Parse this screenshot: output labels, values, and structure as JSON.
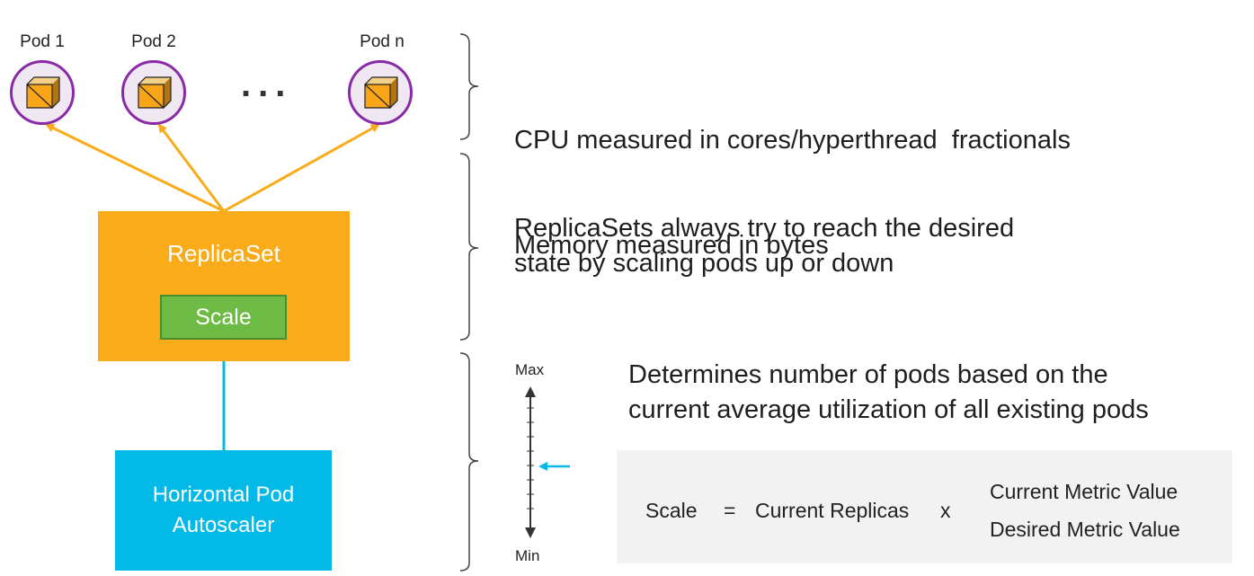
{
  "pods": [
    {
      "label": "Pod 1"
    },
    {
      "label": "Pod 2"
    },
    {
      "label": "Pod n"
    }
  ],
  "ellipsis": "...",
  "replicaset": {
    "label": "ReplicaSet",
    "scale_label": "Scale"
  },
  "hpa": {
    "line1": "Horizontal Pod",
    "line2": "Autoscaler"
  },
  "descriptions": {
    "pods_line1": "CPU measured in cores/hyperthread  fractionals",
    "pods_line2": "Memory measured in bytes",
    "rs_line1": "ReplicaSets always try to reach the desired",
    "rs_line2": "state by scaling pods up or down",
    "hpa_line1": "Determines number of pods based on the",
    "hpa_line2": "current average utilization of all existing pods"
  },
  "scale_indicator": {
    "max": "Max",
    "min": "Min"
  },
  "formula": {
    "lhs": "Scale",
    "equals": "=",
    "term": "Current Replicas",
    "times": "x",
    "numerator": "Current Metric Value",
    "denominator": "Desired Metric Value"
  },
  "colors": {
    "pod_border": "#8a2aa6",
    "pod_fill": "#efe8f3",
    "arrow_orange": "#f9ab1a",
    "replicaset": "#f9ab1a",
    "scale": "#6dbb45",
    "hpa": "#03b9e7",
    "arrow_blue": "#03b9e7"
  }
}
